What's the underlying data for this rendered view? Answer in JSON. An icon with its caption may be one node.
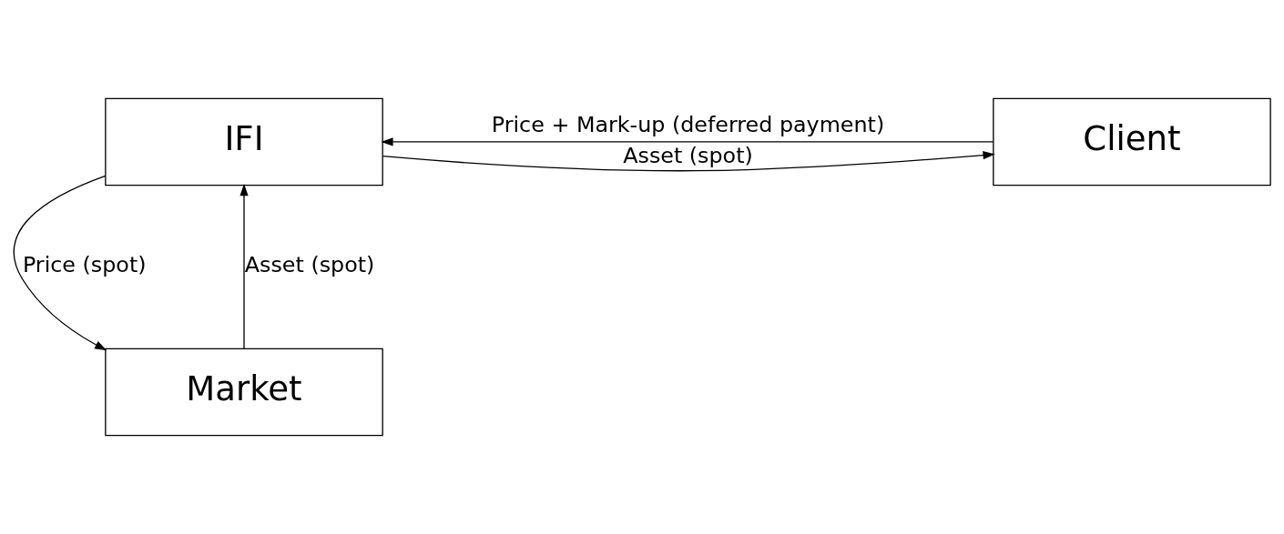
{
  "diagram": {
    "nodes": [
      {
        "text": [
          "IFI"
        ]
      },
      {
        "text": [
          "Client"
        ]
      },
      {
        "text": [
          "Market"
        ]
      }
    ],
    "edges": [
      {
        "from": 0,
        "to": 1,
        "arrow": "to",
        "label": "Asset (spot)"
      },
      {
        "from": 1,
        "to": 0,
        "arrow": "to",
        "label": "Price + Mark-up (deferred payment)"
      },
      {
        "from": 0,
        "to": 2,
        "arrow": "to",
        "label": "Price (spot)"
      },
      {
        "from": 2,
        "to": 0,
        "arrow": "to",
        "label": "Asset (spot)"
      }
    ]
  }
}
